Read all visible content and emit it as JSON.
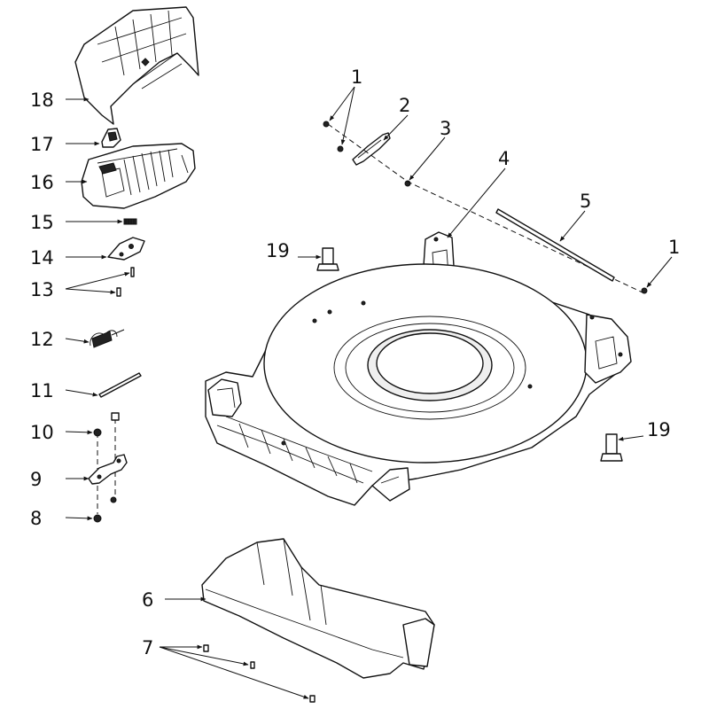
{
  "diagram": {
    "type": "exploded-parts-diagram",
    "callouts": [
      "1",
      "2",
      "3",
      "4",
      "5",
      "6",
      "7",
      "8",
      "9",
      "10",
      "11",
      "12",
      "13",
      "14",
      "15",
      "16",
      "17",
      "18",
      "19"
    ]
  }
}
